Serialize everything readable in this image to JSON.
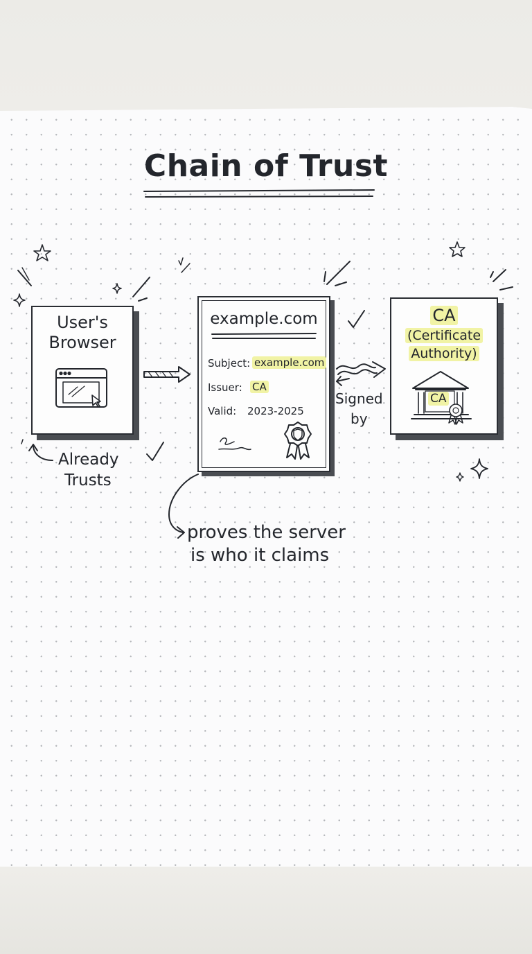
{
  "title": "Chain of Trust",
  "browser": {
    "line1": "User's",
    "line2": "Browser"
  },
  "certificate": {
    "domain": "example.com",
    "subject_label": "Subject:",
    "subject_value": "example.com",
    "issuer_label": "Issuer:",
    "issuer_value": "CA",
    "valid_label": "Valid:",
    "valid_value": "2023-2025"
  },
  "ca": {
    "line1": "CA",
    "line2": "(Certificate",
    "line3": "Authority)",
    "building_label": "CA"
  },
  "signed_by": {
    "line1": "Signed",
    "line2": "by"
  },
  "already_trusts": {
    "line1": "Already",
    "line2": "Trusts"
  },
  "note": {
    "line1": "proves the server",
    "line2": "is who it claims"
  },
  "colors": {
    "ink": "#23262c",
    "highlight": "#f1f3a5",
    "paper": "#fbfbfc"
  }
}
